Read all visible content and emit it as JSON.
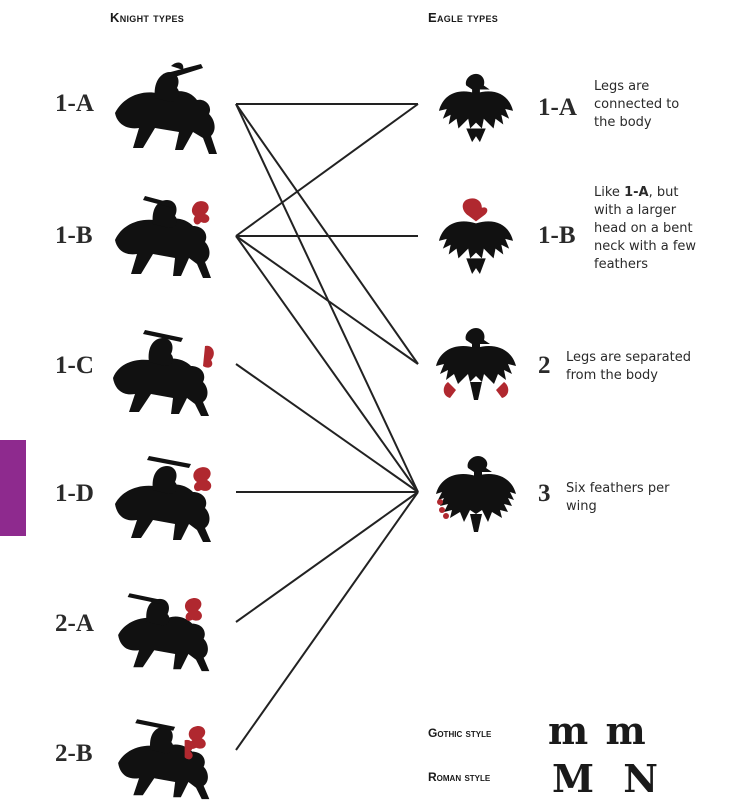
{
  "headings": {
    "knights": "Knight types",
    "eagles": "Eagle types"
  },
  "knights": [
    {
      "code": "1-A"
    },
    {
      "code": "1-B"
    },
    {
      "code": "1-C"
    },
    {
      "code": "1-D"
    },
    {
      "code": "2-A"
    },
    {
      "code": "2-B"
    }
  ],
  "eagles": [
    {
      "code": "1-A",
      "description": "Legs are connected to the body"
    },
    {
      "code": "1-B",
      "description_prefix": "Like ",
      "description_bold": "1-A",
      "description_suffix": ", but with a larger head on a bent neck with a few feathers"
    },
    {
      "code": "2",
      "description": "Legs are separated from the body"
    },
    {
      "code": "3",
      "description": "Six feathers per wing"
    }
  ],
  "connections": [
    {
      "knight": "1-A",
      "eagle": "1-A"
    },
    {
      "knight": "1-A",
      "eagle": "2"
    },
    {
      "knight": "1-A",
      "eagle": "3"
    },
    {
      "knight": "1-B",
      "eagle": "1-A"
    },
    {
      "knight": "1-B",
      "eagle": "1-B"
    },
    {
      "knight": "1-B",
      "eagle": "2"
    },
    {
      "knight": "1-B",
      "eagle": "3"
    },
    {
      "knight": "1-C",
      "eagle": "3"
    },
    {
      "knight": "1-D",
      "eagle": "3"
    },
    {
      "knight": "2-A",
      "eagle": "3"
    },
    {
      "knight": "2-B",
      "eagle": "3"
    }
  ],
  "legend": {
    "gothic_label": "Gothic style",
    "roman_label": "Roman style",
    "gothic_sample": "m m",
    "roman_sample": "M N"
  },
  "colors": {
    "ink": "#111111",
    "accent_red": "#b0282f",
    "side_tab": "#8e2a8e",
    "lines": "#222222"
  }
}
